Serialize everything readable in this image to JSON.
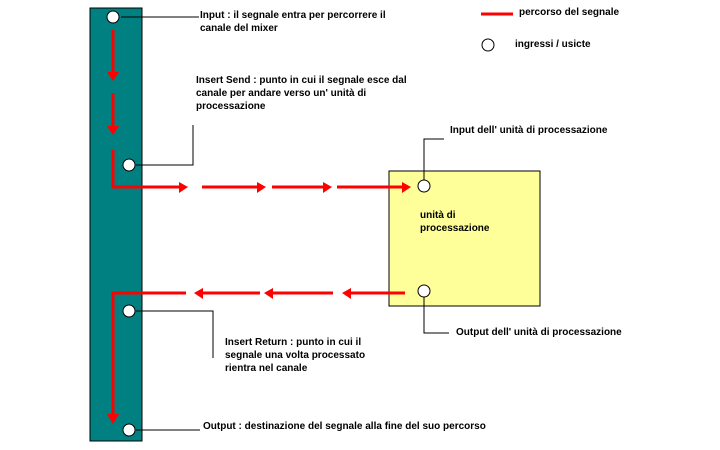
{
  "colors": {
    "channel": "#008080",
    "signal": "#ff0000",
    "processor": "#ffff99",
    "line": "#000000",
    "background": "#ffffff"
  },
  "legend": {
    "signal_path": "percorso del segnale",
    "io": "ingressi / usicte"
  },
  "labels": {
    "input": [
      "Input : il segnale entra per percorrere il",
      "canale del mixer"
    ],
    "insert_send": [
      "Insert Send : punto in cui il segnale esce dal",
      "canale per andare verso un' unità di",
      "processazione"
    ],
    "insert_return": [
      "Insert Return : punto in cui il",
      "segnale  una volta processato",
      "rientra nel canale"
    ],
    "output": [
      "Output : destinazione del segnale alla fine del suo percorso"
    ],
    "unit_input": [
      "Input dell' unità di processazione"
    ],
    "unit_output": [
      "Output dell' unità di processazione"
    ],
    "unit_name": [
      "unità di",
      "processazione"
    ]
  }
}
